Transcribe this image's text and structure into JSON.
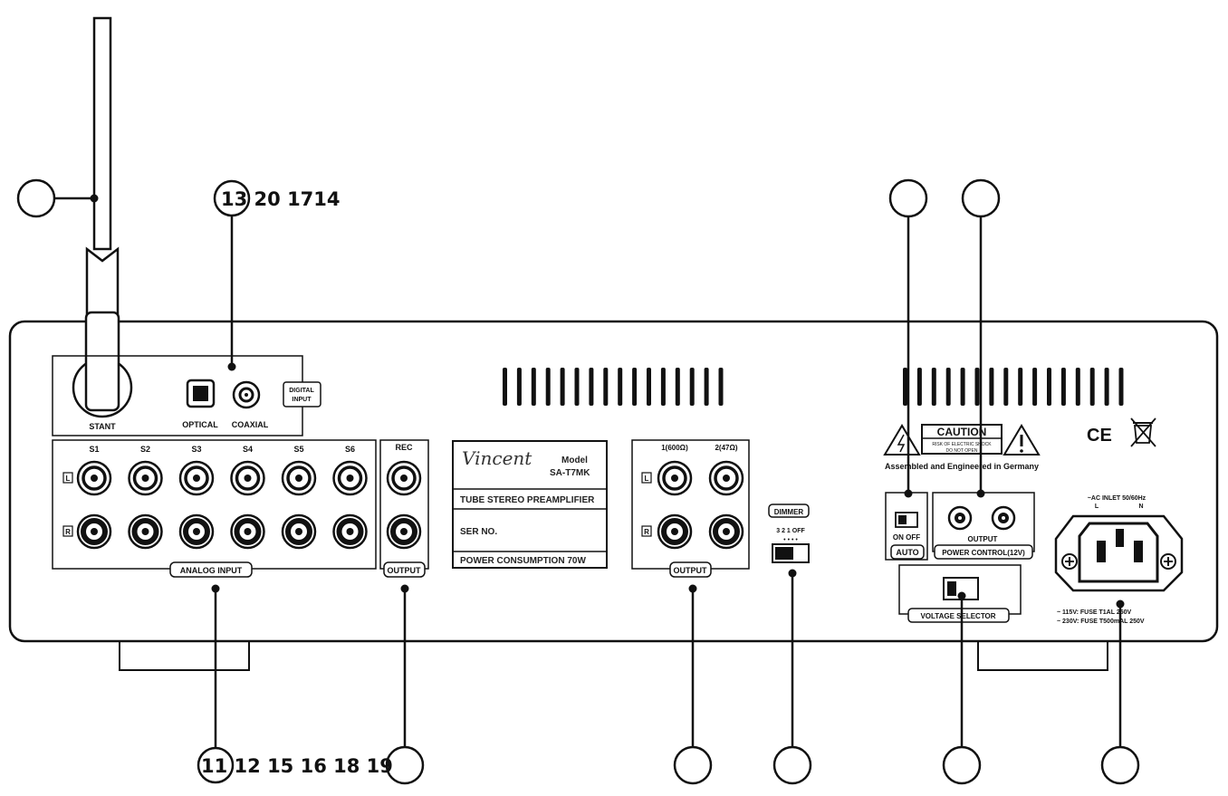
{
  "diagram": {
    "callouts_top_left": "13 20 1714",
    "callouts_bottom_left": "11 12 15 16 18 19"
  },
  "panel": {
    "antenna_label": "STANT",
    "optical_label": "OPTICAL",
    "coaxial_label": "COAXIAL",
    "digital_input_line1": "DIGITAL",
    "digital_input_line2": "INPUT",
    "analog_channels": [
      "S1",
      "S2",
      "S3",
      "S4",
      "S5",
      "S6"
    ],
    "left_marker": "L",
    "right_marker": "R",
    "analog_input_label": "ANALOG INPUT",
    "rec_label": "REC",
    "rec_output_label": "OUTPUT",
    "main_output_ch1": "1(600Ω)",
    "main_output_ch2": "2(47Ω)",
    "main_output_label": "OUTPUT",
    "dimmer_label": "DIMMER",
    "dimmer_positions": "3 2 1 OFF",
    "auto_on_off": "ON  OFF",
    "auto_label": "AUTO",
    "power_control_output": "OUTPUT",
    "power_control_label": "POWER CONTROL(12V)",
    "voltage_selector_label": "VOLTAGE SELECTOR",
    "caution_title": "CAUTION",
    "caution_line1": "RISK OF ELECTRIC SHOCK",
    "caution_line2": "DO NOT OPEN",
    "assembled_text": "Assembled and Engineered in Germany",
    "ce_mark": "CE",
    "ac_inlet_line1": "~AC INLET 50/60Hz",
    "ac_inlet_l": "L",
    "ac_inlet_n": "N",
    "fuse_line1": "~ 115V: FUSE T1AL 250V",
    "fuse_line2": "~ 230V: FUSE T500mAL 250V"
  },
  "nameplate": {
    "brand": "Vincent",
    "model_caption": "Model",
    "model": "SA-T7MK",
    "product_type": "TUBE STEREO PREAMPLIFIER",
    "serial_label": "SER NO.",
    "power_consumption": "POWER CONSUMPTION 70W"
  }
}
